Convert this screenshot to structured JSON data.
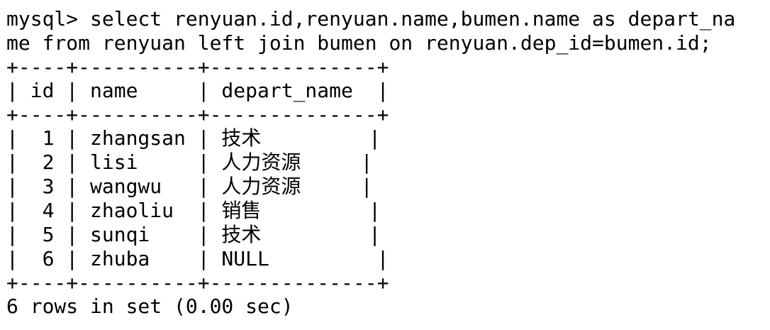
{
  "terminal": {
    "prompt": "mysql>",
    "command_line_1": " select renyuan.id,renyuan.name,bumen.name as depart_na",
    "command_line_2": "me from renyuan left join bumen on renyuan.dep_id=bumen.id;"
  },
  "table": {
    "border": "+----+----------+--------------+",
    "header": "| id | name     | depart_name  |",
    "rows": [
      "|  1 | zhangsan | 技术         |",
      "|  2 | lisi     | 人力资源     |",
      "|  3 | wangwu   | 人力资源     |",
      "|  4 | zhaoliu  | 销售         |",
      "|  5 | sunqi    | 技术         |",
      "|  6 | zhuba    | NULL         |"
    ]
  },
  "result_summary": "6 rows in set (0.00 sec)"
}
